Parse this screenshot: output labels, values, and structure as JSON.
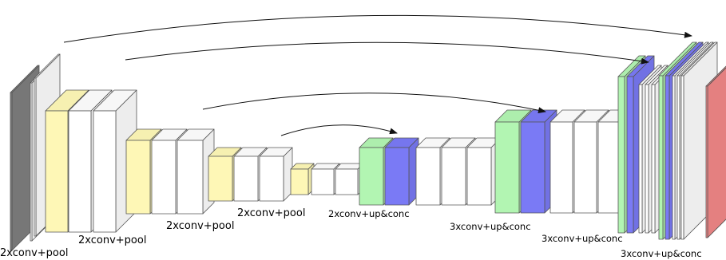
{
  "diagram": {
    "labels": {
      "enc1": "2xconv+pool",
      "enc2": "2xconv+pool",
      "enc3": "2xconv+pool",
      "enc4": "2xconv+pool",
      "dec1": "2xconv+up&conc",
      "dec2": "3xconv+up&conc",
      "dec3": "3xconv+up&conc",
      "dec4": "3xconv+up&conc"
    },
    "colors": {
      "input": "#808080",
      "pool": "#fef7b6",
      "conv": "#ffffff",
      "upsample": "#b2f5b2",
      "concat": "#7a7af5",
      "output": "#f58a8a",
      "stroke": "#555555"
    }
  }
}
